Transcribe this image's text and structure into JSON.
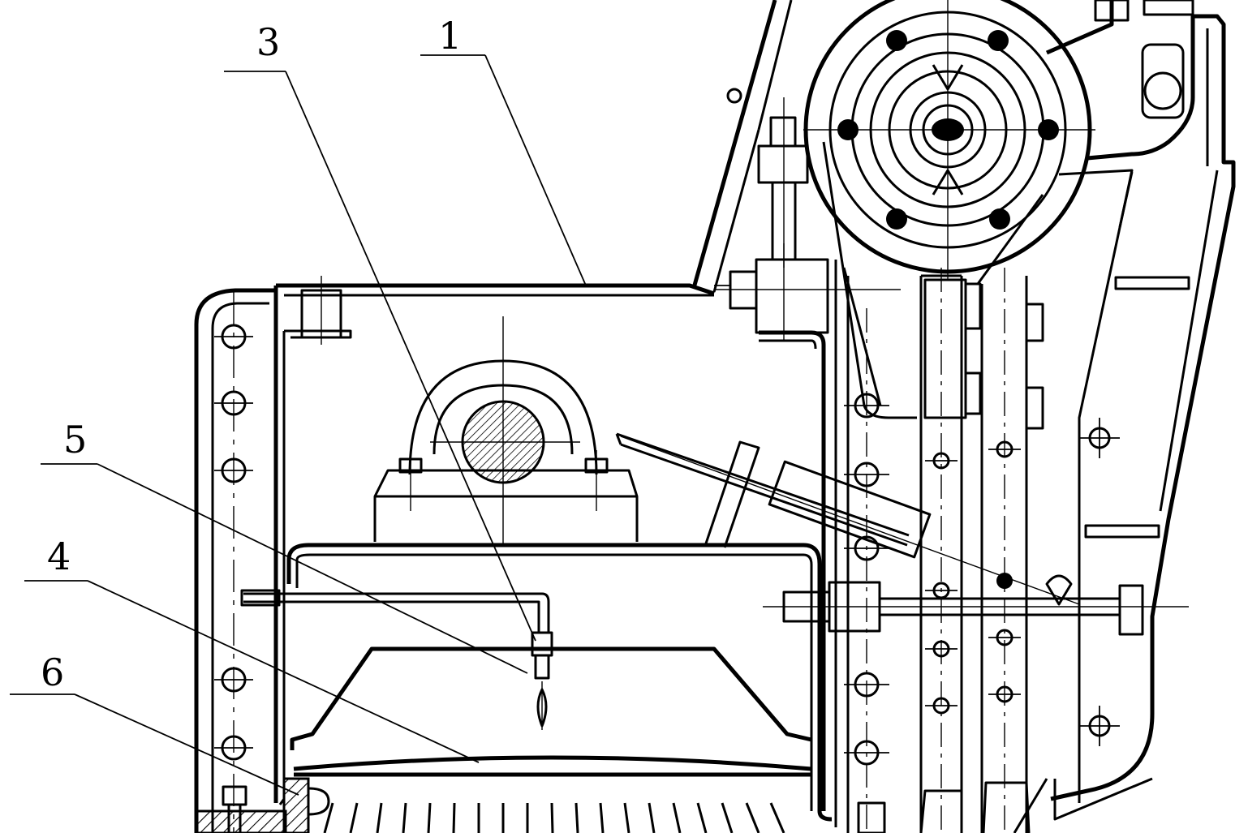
{
  "callouts": [
    {
      "label": "1"
    },
    {
      "label": "3"
    },
    {
      "label": "5"
    },
    {
      "label": "4"
    },
    {
      "label": "6"
    }
  ],
  "colors": {
    "ink": "#000000",
    "paper": "#ffffff"
  }
}
